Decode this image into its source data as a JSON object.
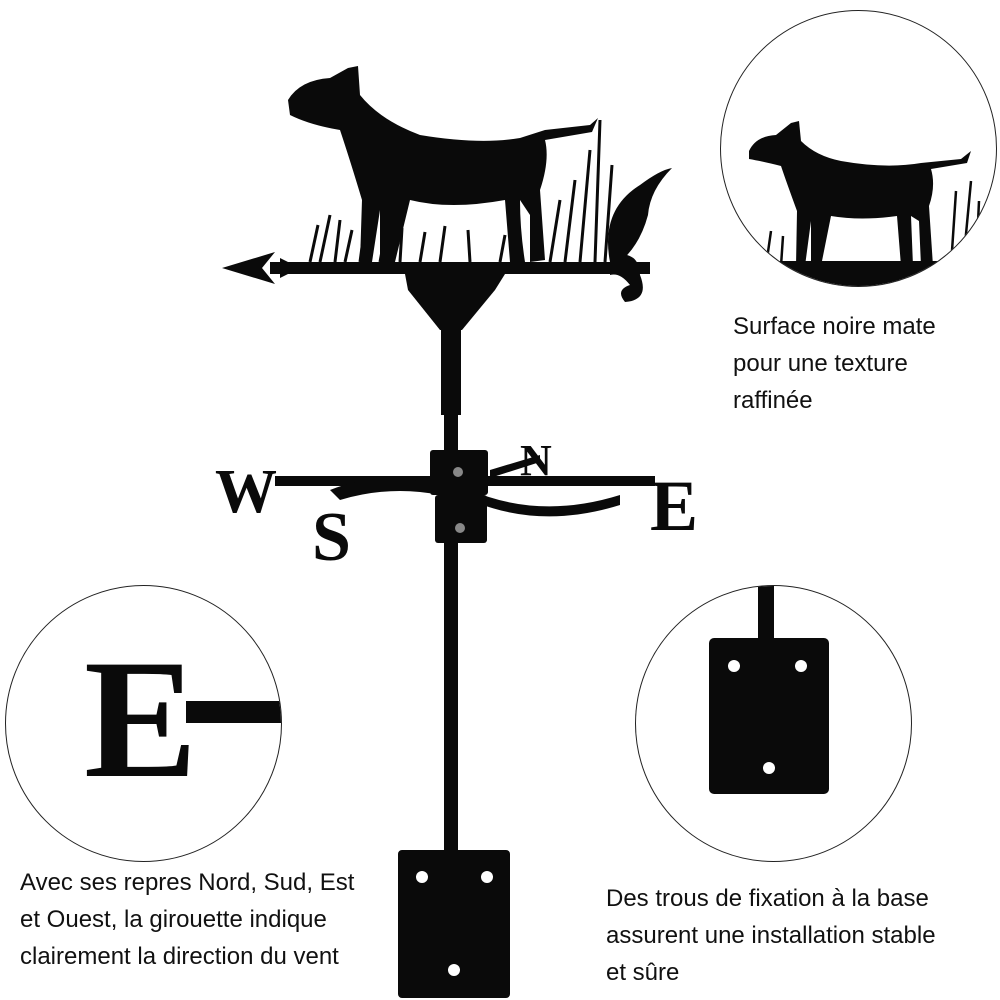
{
  "captions": {
    "top_right": [
      "Surface noire mate",
      "pour une texture",
      "raffinée"
    ],
    "bottom_left": [
      "Avec ses repres Nord, Sud, Est",
      "et Ouest, la girouette indique",
      "clairement la direction du vent"
    ],
    "bottom_right": [
      "Des trous de fixation à la base",
      "assurent une installation stable",
      "et sûre"
    ]
  },
  "compass_letters": {
    "west": "W",
    "east": "E",
    "north": "N",
    "south": "S"
  },
  "colors": {
    "product": "#0a0a0a",
    "background": "#ffffff"
  }
}
